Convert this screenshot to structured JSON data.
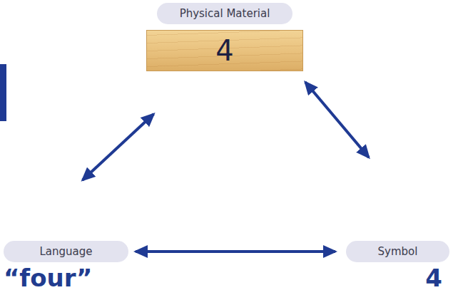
{
  "diagram": {
    "nodes": [
      {
        "text": [
          "Physical Material",
          "4"
        ]
      },
      {
        "text": [
          "Language",
          "“four”"
        ]
      },
      {
        "text": [
          "Symbol",
          "4"
        ]
      }
    ],
    "edges": [
      {
        "from": 0,
        "to": 1,
        "arrow": "both"
      },
      {
        "from": 1,
        "to": 2,
        "arrow": "both"
      },
      {
        "from": 0,
        "to": 2,
        "arrow": "both"
      }
    ]
  }
}
